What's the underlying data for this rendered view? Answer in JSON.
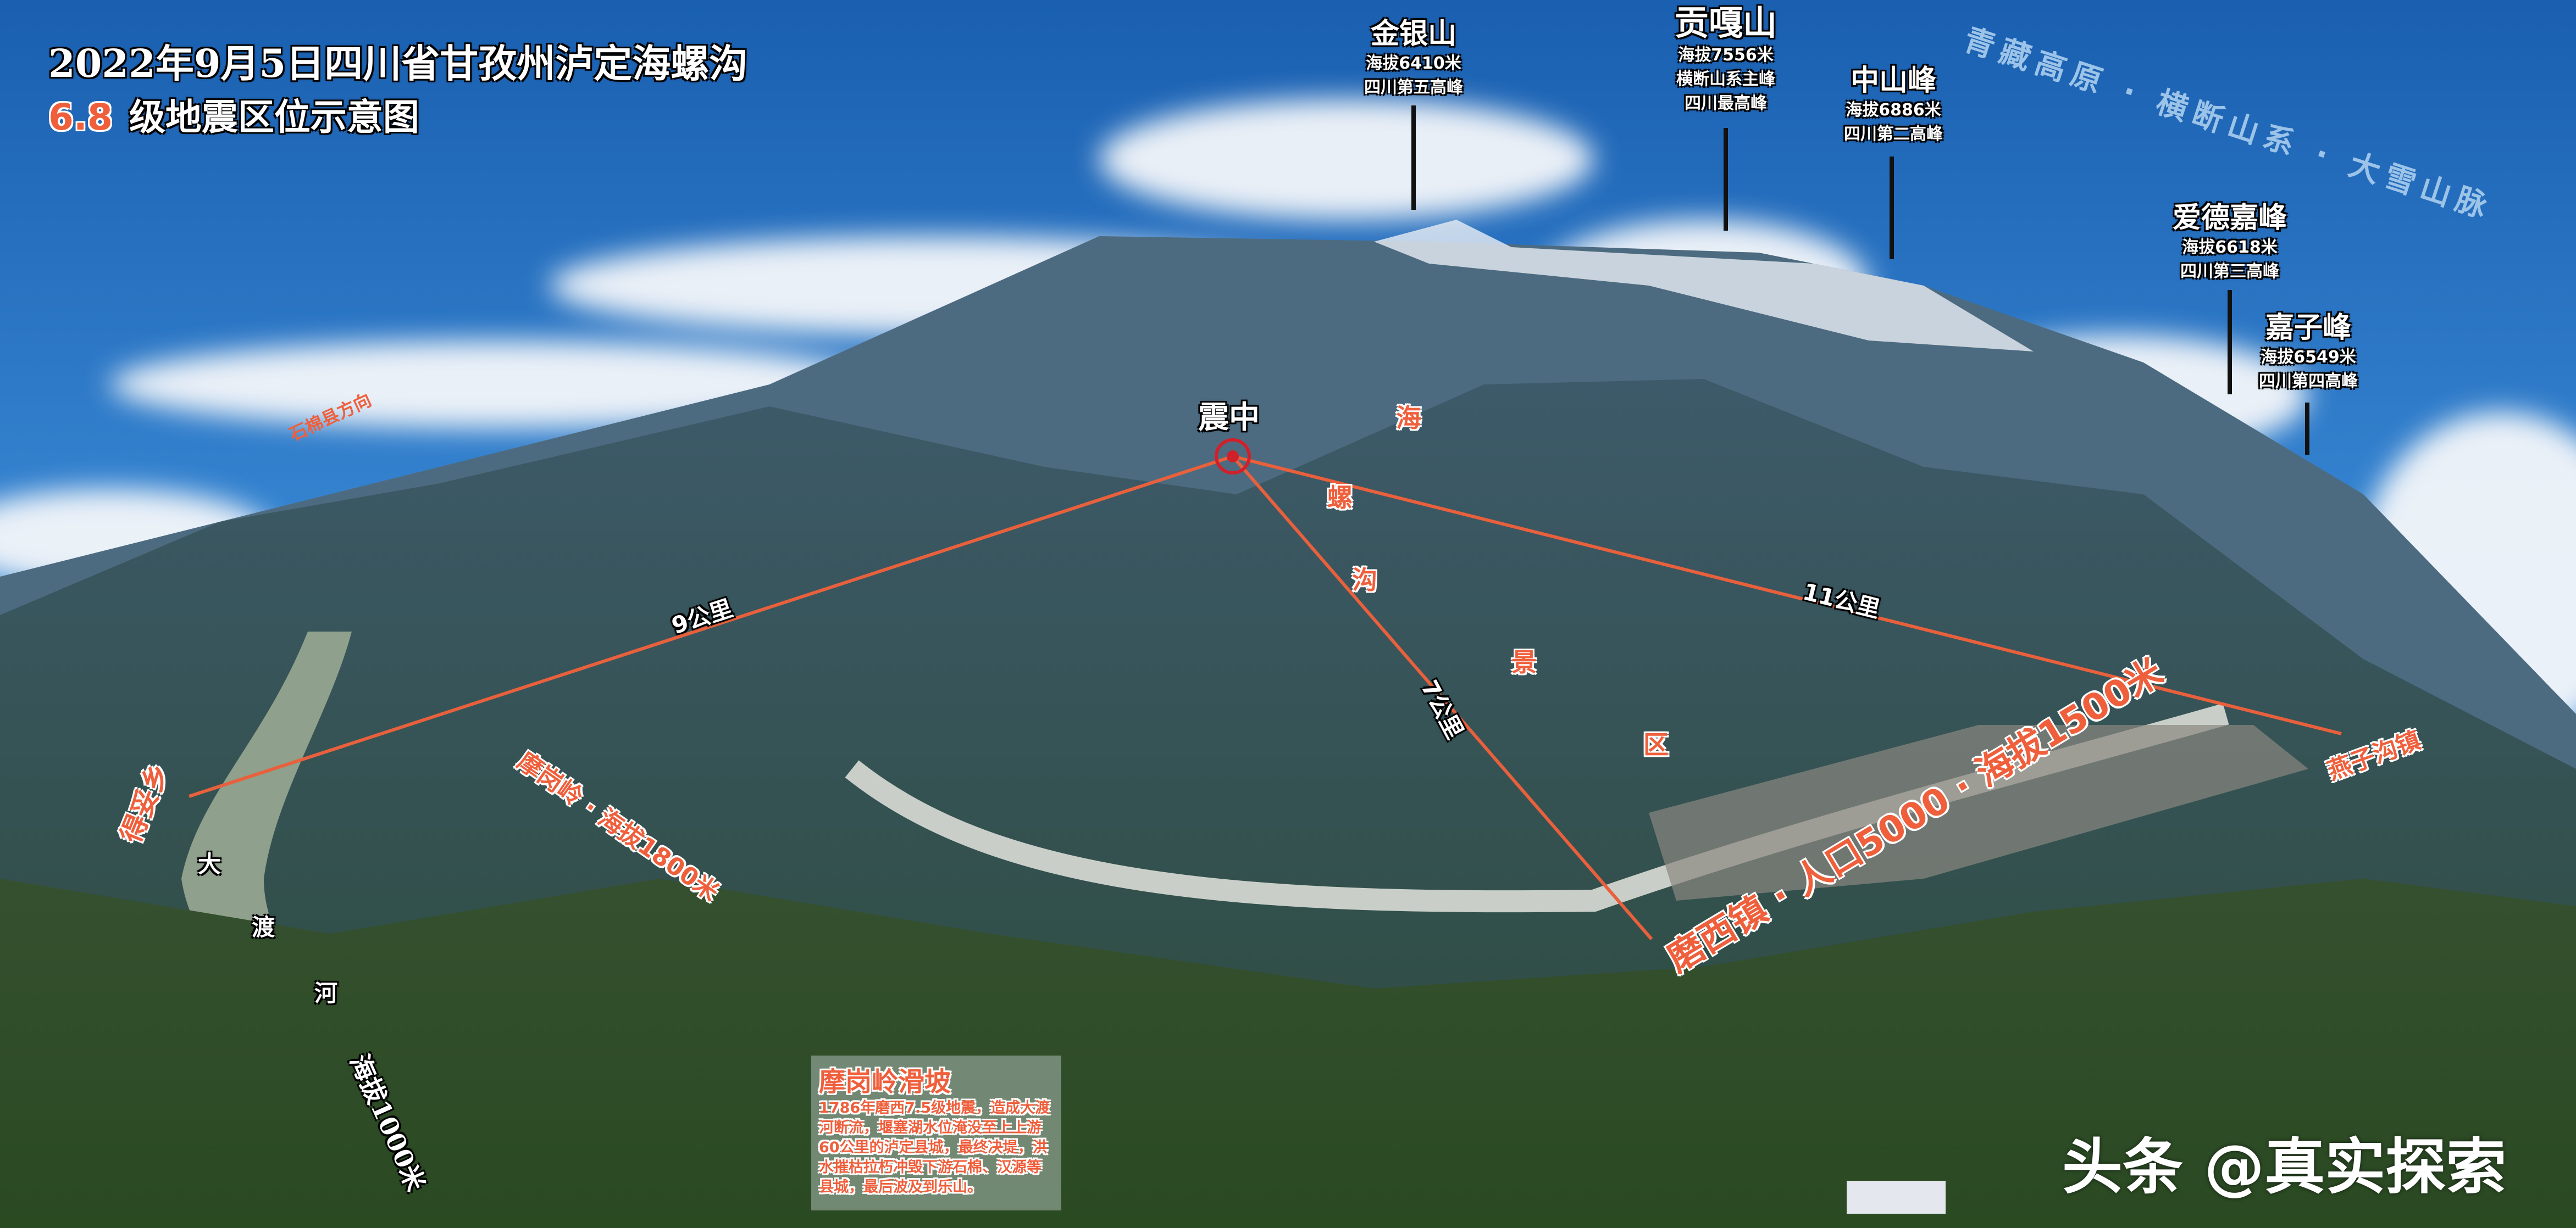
{
  "title": {
    "line1": "2022年9月5日四川省甘孜州泸定海螺沟",
    "magnitude": "6.8",
    "line2": "级地震区位示意图"
  },
  "range_label": "青藏高原 · 横断山系 · 大雪山脉",
  "peaks": [
    {
      "name": "金银山",
      "lines": [
        "海拔6410米",
        "四川第五高峰"
      ]
    },
    {
      "name": "贡嘎山",
      "lines": [
        "海拔7556米",
        "横断山系主峰",
        "四川最高峰"
      ]
    },
    {
      "name": "中山峰",
      "lines": [
        "海拔6886米",
        "四川第二高峰"
      ]
    },
    {
      "name": "爱德嘉峰",
      "lines": [
        "海拔6618米",
        "四川第三高峰"
      ]
    },
    {
      "name": "嘉子峰",
      "lines": [
        "海拔6549米",
        "四川第四高峰"
      ]
    }
  ],
  "epicenter": {
    "label": "震中",
    "marker_color": "#d0202a"
  },
  "distances": {
    "west": "9公里",
    "south": "7公里",
    "east": "11公里"
  },
  "scenic_area": [
    "海",
    "螺",
    "沟",
    "景",
    "区"
  ],
  "places": {
    "shimian": "石棉县方向",
    "detuo": "得妥乡",
    "river": [
      "大",
      "渡",
      "河"
    ],
    "mogangling": "摩岗岭 · 海拔1800米",
    "yanzigou": "燕子沟镇",
    "moxi": "磨西镇 · 人口5000 · 海拔1500米",
    "river_elevation": "海拔1000米"
  },
  "landslide_box": {
    "title": "摩岗岭滑坡",
    "body": "1786年磨西7.5级地震，造成大渡河断流，堰塞湖水位淹没至上上游60公里的泸定县城，最终决堤，洪水摧枯拉朽冲毁下游石棉、汉源等县城，最后波及到乐山。"
  },
  "watermark": "头条 @真实探索",
  "colors": {
    "accent": "#ef5f3c",
    "line": "#e8603c",
    "sky": "#1f6fc0"
  }
}
